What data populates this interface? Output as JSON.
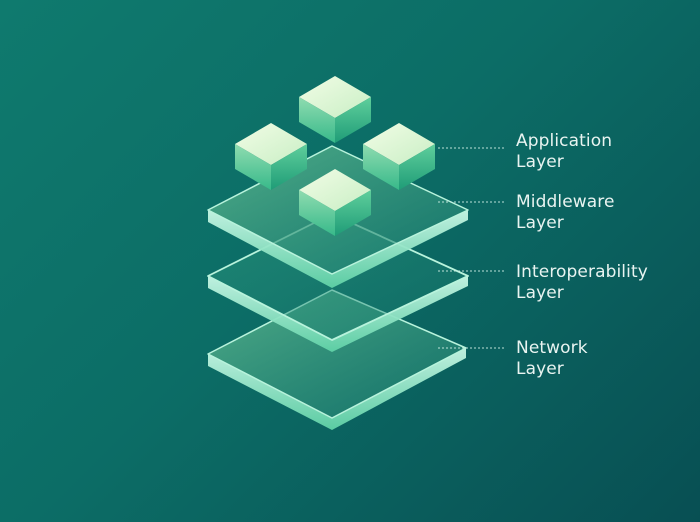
{
  "layers": [
    {
      "id": "application",
      "line1": "Application",
      "line2": "Layer"
    },
    {
      "id": "middleware",
      "line1": "Middleware",
      "line2": "Layer"
    },
    {
      "id": "interoperability",
      "line1": "Interoperability",
      "line2": "Layer"
    },
    {
      "id": "network",
      "line1": "Network",
      "line2": "Layer"
    }
  ],
  "colors": {
    "background_start": "#0f7a6e",
    "background_end": "#084f53",
    "plate_edge": "#a9f0d8",
    "cube_top": "#e6fbd9",
    "cube_side": "#3cbf8e",
    "label_text": "#e9f4f1"
  }
}
